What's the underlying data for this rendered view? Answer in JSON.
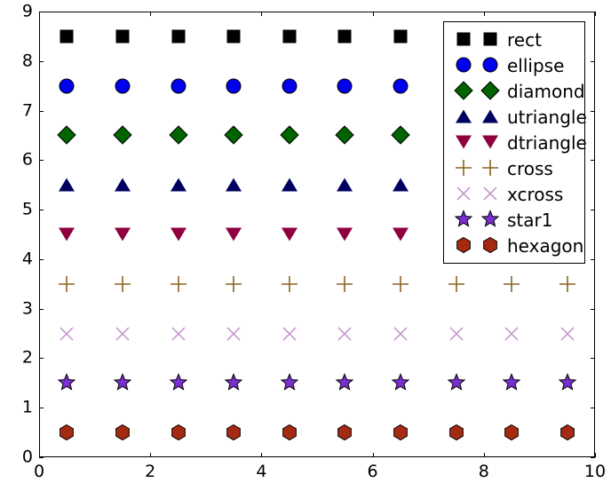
{
  "figure": {
    "background_color": "#ffffff",
    "axes_line_color": "#000000",
    "tick_label_font_size": 19,
    "legend_font_size": 20
  },
  "chart_data": {
    "type": "scatter",
    "title": "",
    "xlabel": "",
    "ylabel": "",
    "xlim": [
      0,
      10
    ],
    "ylim": [
      0,
      9
    ],
    "grid": false,
    "legend_position": "upper right",
    "xticks": [
      0,
      2,
      4,
      6,
      8,
      10
    ],
    "xticklabels": [
      "0",
      "2",
      "4",
      "6",
      "8",
      "10"
    ],
    "yticks": [
      0,
      1,
      2,
      3,
      4,
      5,
      6,
      7,
      8,
      9
    ],
    "yticklabels": [
      "0",
      "1",
      "2",
      "3",
      "4",
      "5",
      "6",
      "7",
      "8",
      "9"
    ],
    "series": [
      {
        "name": "rect",
        "marker": "square",
        "color": "#000000",
        "edge_color": "#000000",
        "y": 8.5,
        "x": [
          0.5,
          1.5,
          2.5,
          3.5,
          4.5,
          5.5,
          6.5
        ],
        "values": [
          8.5,
          8.5,
          8.5,
          8.5,
          8.5,
          8.5,
          8.5
        ]
      },
      {
        "name": "ellipse",
        "marker": "circle",
        "color": "#0000ee",
        "edge_color": "#000000",
        "y": 7.5,
        "x": [
          0.5,
          1.5,
          2.5,
          3.5,
          4.5,
          5.5,
          6.5
        ],
        "values": [
          7.5,
          7.5,
          7.5,
          7.5,
          7.5,
          7.5,
          7.5
        ]
      },
      {
        "name": "diamond",
        "marker": "diamond",
        "color": "#006400",
        "edge_color": "#000000",
        "y": 6.5,
        "x": [
          0.5,
          1.5,
          2.5,
          3.5,
          4.5,
          5.5,
          6.5
        ],
        "values": [
          6.5,
          6.5,
          6.5,
          6.5,
          6.5,
          6.5,
          6.5
        ]
      },
      {
        "name": "utriangle",
        "marker": "triangle-up",
        "color": "#000060",
        "edge_color": "#000000",
        "y": 5.5,
        "x": [
          0.5,
          1.5,
          2.5,
          3.5,
          4.5,
          5.5,
          6.5
        ],
        "values": [
          5.5,
          5.5,
          5.5,
          5.5,
          5.5,
          5.5,
          5.5
        ]
      },
      {
        "name": "dtriangle",
        "marker": "triangle-down",
        "color": "#900040",
        "edge_color": "#000000",
        "y": 4.5,
        "x": [
          0.5,
          1.5,
          2.5,
          3.5,
          4.5,
          5.5,
          6.5
        ],
        "values": [
          4.5,
          4.5,
          4.5,
          4.5,
          4.5,
          4.5,
          4.5
        ]
      },
      {
        "name": "cross",
        "marker": "plus",
        "color": "#8a6420",
        "edge_color": "#8a6420",
        "y": 3.5,
        "x": [
          0.5,
          1.5,
          2.5,
          3.5,
          4.5,
          5.5,
          6.5,
          7.5,
          8.5,
          9.5
        ],
        "values": [
          3.5,
          3.5,
          3.5,
          3.5,
          3.5,
          3.5,
          3.5,
          3.5,
          3.5,
          3.5
        ]
      },
      {
        "name": "xcross",
        "marker": "x",
        "color": "#c89ad0",
        "edge_color": "#c89ad0",
        "y": 2.5,
        "x": [
          0.5,
          1.5,
          2.5,
          3.5,
          4.5,
          5.5,
          6.5,
          7.5,
          8.5,
          9.5
        ],
        "values": [
          2.5,
          2.5,
          2.5,
          2.5,
          2.5,
          2.5,
          2.5,
          2.5,
          2.5,
          2.5
        ]
      },
      {
        "name": "star1",
        "marker": "star",
        "color": "#7b2fd0",
        "edge_color": "#000000",
        "y": 1.5,
        "x": [
          0.5,
          1.5,
          2.5,
          3.5,
          4.5,
          5.5,
          6.5,
          7.5,
          8.5,
          9.5
        ],
        "values": [
          1.5,
          1.5,
          1.5,
          1.5,
          1.5,
          1.5,
          1.5,
          1.5,
          1.5,
          1.5
        ]
      },
      {
        "name": "hexagon",
        "marker": "hexagon",
        "color": "#a52a12",
        "edge_color": "#000000",
        "y": 0.5,
        "x": [
          0.5,
          1.5,
          2.5,
          3.5,
          4.5,
          5.5,
          6.5,
          7.5,
          8.5,
          9.5
        ],
        "values": [
          0.5,
          0.5,
          0.5,
          0.5,
          0.5,
          0.5,
          0.5,
          0.5,
          0.5,
          0.5
        ]
      }
    ],
    "legend_entries": [
      {
        "label": "rect",
        "marker": "square",
        "color": "#000000"
      },
      {
        "label": "ellipse",
        "marker": "circle",
        "color": "#0000ee"
      },
      {
        "label": "diamond",
        "marker": "diamond",
        "color": "#006400"
      },
      {
        "label": "utriangle",
        "marker": "triangle-up",
        "color": "#000060"
      },
      {
        "label": "dtriangle",
        "marker": "triangle-down",
        "color": "#900040"
      },
      {
        "label": "cross",
        "marker": "plus",
        "color": "#8a6420"
      },
      {
        "label": "xcross",
        "marker": "x",
        "color": "#c89ad0"
      },
      {
        "label": "star1",
        "marker": "star",
        "color": "#7b2fd0"
      },
      {
        "label": "hexagon",
        "marker": "hexagon",
        "color": "#a52a12"
      }
    ]
  }
}
